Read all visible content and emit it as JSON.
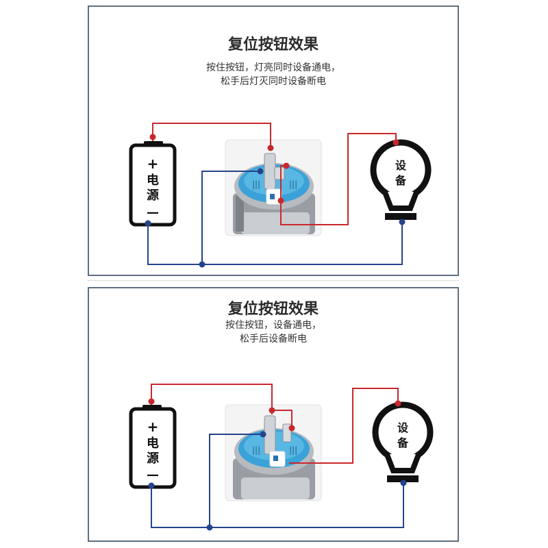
{
  "panels": [
    {
      "title": "复位按钮效果",
      "desc_lines": [
        "按住按钮，灯亮同时设备通电，",
        "松手后灯灭同时设备断电"
      ],
      "power_label": "电源",
      "plus": "+",
      "minus": "—",
      "device_label": "设备"
    },
    {
      "title": "复位按钮效果",
      "desc_lines": [
        "按住按钮，设备通电，",
        "松手后设备断电"
      ],
      "power_label": "电源",
      "plus": "+",
      "minus": "—",
      "device_label": "设备"
    }
  ],
  "colors": {
    "positive_wire": "#c8282d",
    "negative_wire": "#24438c",
    "button_blue": "#3aa2d8",
    "outline": "#111111",
    "frame": "#5f6f80"
  }
}
